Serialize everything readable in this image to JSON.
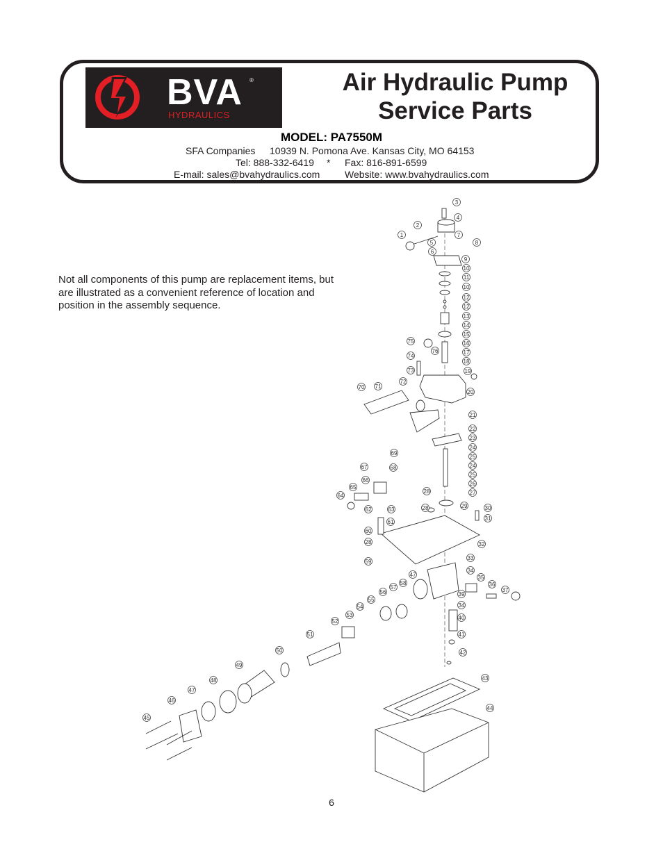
{
  "brand": {
    "name": "BVA",
    "sub": "HYDRAULICS",
    "registered": "®",
    "colors": {
      "background": "#231f20",
      "red": "#e31e24",
      "white": "#ffffff"
    }
  },
  "header": {
    "title_line1": "Air Hydraulic Pump",
    "title_line2": "Service Parts",
    "model": "MODEL: PA7550M",
    "company": "SFA Companies",
    "address": "10939  N. Pomona Ave. Kansas City, MO 64153",
    "tel": "Tel: 888-332-6419",
    "separator": "*",
    "fax": "Fax: 816-891-6599",
    "email": "E-mail: sales@bvahydraulics.com",
    "website": "Website: www.bvahydraulics.com"
  },
  "note": "Not all components of this pump are replacement items, but are illustrated as a convenient reference of location and position in the assembly sequence.",
  "parts": [
    "1",
    "2",
    "3",
    "4",
    "5",
    "6",
    "7",
    "8",
    "9",
    "10",
    "11",
    "10",
    "12",
    "12",
    "13",
    "14",
    "15",
    "16",
    "17",
    "18",
    "19",
    "20",
    "21",
    "22",
    "23",
    "24",
    "25",
    "24",
    "25",
    "26",
    "27",
    "28",
    "28",
    "29",
    "30",
    "31",
    "32",
    "33",
    "34",
    "35",
    "36",
    "37",
    "34",
    "39",
    "40",
    "41",
    "42",
    "43",
    "44",
    "45",
    "46",
    "47",
    "48",
    "49",
    "50",
    "51",
    "52",
    "53",
    "54",
    "55",
    "56",
    "57",
    "58",
    "47",
    "59",
    "28",
    "60",
    "61",
    "62",
    "63",
    "64",
    "65",
    "66",
    "67",
    "68",
    "69",
    "70",
    "71",
    "72",
    "73",
    "74",
    "75",
    "76"
  ],
  "page_number": "6"
}
